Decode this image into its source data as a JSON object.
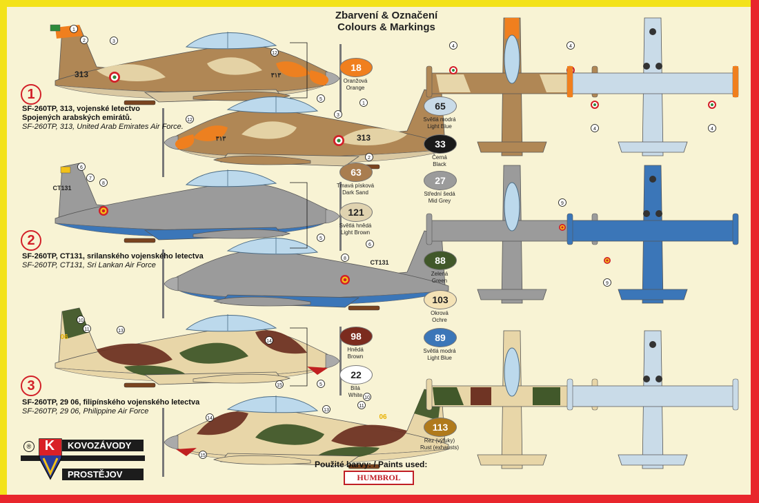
{
  "header": {
    "title_cz": "Zbarvení & Označení",
    "title_en": "Colours & Markings"
  },
  "schemes": [
    {
      "number": "1",
      "line1": "SF-260TP, 313, vojenské letectvo",
      "line2": "Spojených arabských emirátů.",
      "line_en": "SF-260TP, 313, United Arab Emirates Air Force."
    },
    {
      "number": "2",
      "line1": "SF-260TP, CT131, srilanského vojenského letectva",
      "line_en": "SF-260TP, CT131, Sri Lankan Air Force"
    },
    {
      "number": "3",
      "line1": "SF-260TP, 29 06, filipínského vojenského letectva",
      "line_en": "SF-260TP, 29 06, Philippine Air Force"
    }
  ],
  "aircraft_markings": {
    "uae_serial": "313",
    "uae_serial_arabic": "٣١٣",
    "srilanka_serial": "CT131",
    "philippine_serial": "06"
  },
  "callouts": [
    "1",
    "2",
    "3",
    "4",
    "5",
    "6",
    "7",
    "8",
    "9",
    "10",
    "11",
    "12",
    "13",
    "14",
    "15"
  ],
  "paints": [
    {
      "code": "18",
      "cz": "Oranžová",
      "en": "Orange",
      "color": "#f07f1e"
    },
    {
      "code": "65",
      "cz": "Světlá modrá",
      "en": "Light Blue",
      "color": "#c9dbe8"
    },
    {
      "code": "33",
      "cz": "Černá",
      "en": "Black",
      "color": "#1a1a1a"
    },
    {
      "code": "63",
      "cz": "Tmavá písková",
      "en": "Dark Sand",
      "color": "#a97d4f"
    },
    {
      "code": "27",
      "cz": "Střední šedá",
      "en": "Mid Grey",
      "color": "#9b9b9b"
    },
    {
      "code": "121",
      "cz": "Světlá hnědá",
      "en": "Light Brown",
      "color": "#e0d3b0"
    },
    {
      "code": "88",
      "cz": "Zelená",
      "en": "Green",
      "color": "#41582a"
    },
    {
      "code": "103",
      "cz": "Okrová",
      "en": "Ochre",
      "color": "#f4e2b5"
    },
    {
      "code": "89",
      "cz": "Světlá modrá",
      "en": "Light Blue",
      "color": "#3b76b8"
    },
    {
      "code": "98",
      "cz": "Hnědá",
      "en": "Brown",
      "color": "#7b2b1e"
    },
    {
      "code": "22",
      "cz": "Bílá",
      "en": "White",
      "color": "#ffffff"
    },
    {
      "code": "113",
      "cz": "Rez (výfuky)",
      "en": "Rust (exhausts)",
      "color": "#b07a1c"
    }
  ],
  "paints_used_label": "Použité barvy: / Paints used:",
  "brand": {
    "humbrol": "HUMBROL",
    "company_top": "KOVOZÁVODY",
    "company_bottom": "PROSTĚJOV",
    "k": "K",
    "reg": "®"
  },
  "colors": {
    "frame_yellow": "#f3e21a",
    "frame_red": "#e8262c",
    "background": "#f8f3d4",
    "uae_desert": "#b08755",
    "sand": "#e7d6aa",
    "orange": "#f07f1e",
    "grey": "#9b9b9b",
    "blue": "#3b76b8",
    "pale_blue": "#c9dbe8",
    "green": "#41582a",
    "brown": "#6f3424",
    "canopy": "#bcd9ec"
  }
}
